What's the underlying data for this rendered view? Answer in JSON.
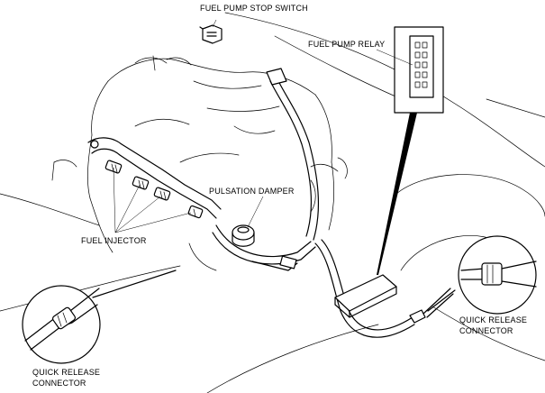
{
  "labels": {
    "fuel_pump_stop_switch": "FUEL PUMP STOP SWITCH",
    "fuel_pump_relay": "FUEL PUMP RELAY",
    "pulsation_damper": "PULSATION DAMPER",
    "fuel_injector": "FUEL INJECTOR",
    "quick_release_left_1": "QUICK RELEASE",
    "quick_release_left_2": "CONNECTOR",
    "quick_release_right_1": "QUICK RELEASE",
    "quick_release_right_2": "CONNECTOR"
  }
}
